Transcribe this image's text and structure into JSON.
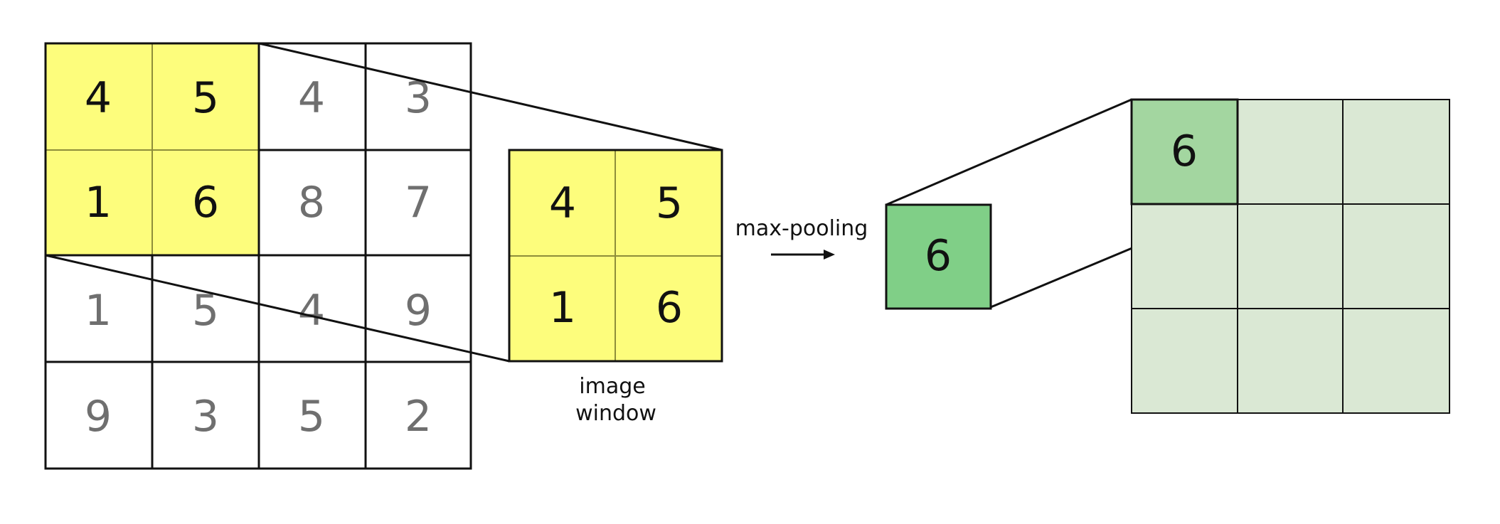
{
  "input_grid": {
    "rows": [
      [
        "4",
        "5",
        "4",
        "3"
      ],
      [
        "1",
        "6",
        "8",
        "7"
      ],
      [
        "1",
        "5",
        "4",
        "9"
      ],
      [
        "9",
        "3",
        "5",
        "2"
      ]
    ],
    "highlighted_window": [
      [
        0,
        0
      ],
      [
        0,
        1
      ],
      [
        1,
        0
      ],
      [
        1,
        1
      ]
    ]
  },
  "image_window": {
    "rows": [
      [
        "4",
        "5"
      ],
      [
        "1",
        "6"
      ]
    ],
    "caption_line1": "image",
    "caption_line2": "window"
  },
  "operation": {
    "label": "max-pooling"
  },
  "pooled_value": {
    "value": "6"
  },
  "output_grid": {
    "rows": [
      [
        "6",
        "",
        ""
      ],
      [
        "",
        "",
        ""
      ],
      [
        "",
        "",
        ""
      ]
    ],
    "filled_cell": [
      0,
      0
    ]
  },
  "colors": {
    "window_fill": "#fdfd7c",
    "window_line": "#8d8d3a",
    "digit_active": "#111111",
    "digit_muted": "#6f6f6f",
    "pooled_fill": "#80cf87",
    "output_fill": "#dae8d4",
    "output_active_fill": "#a3d6a0",
    "stroke": "#111111"
  }
}
